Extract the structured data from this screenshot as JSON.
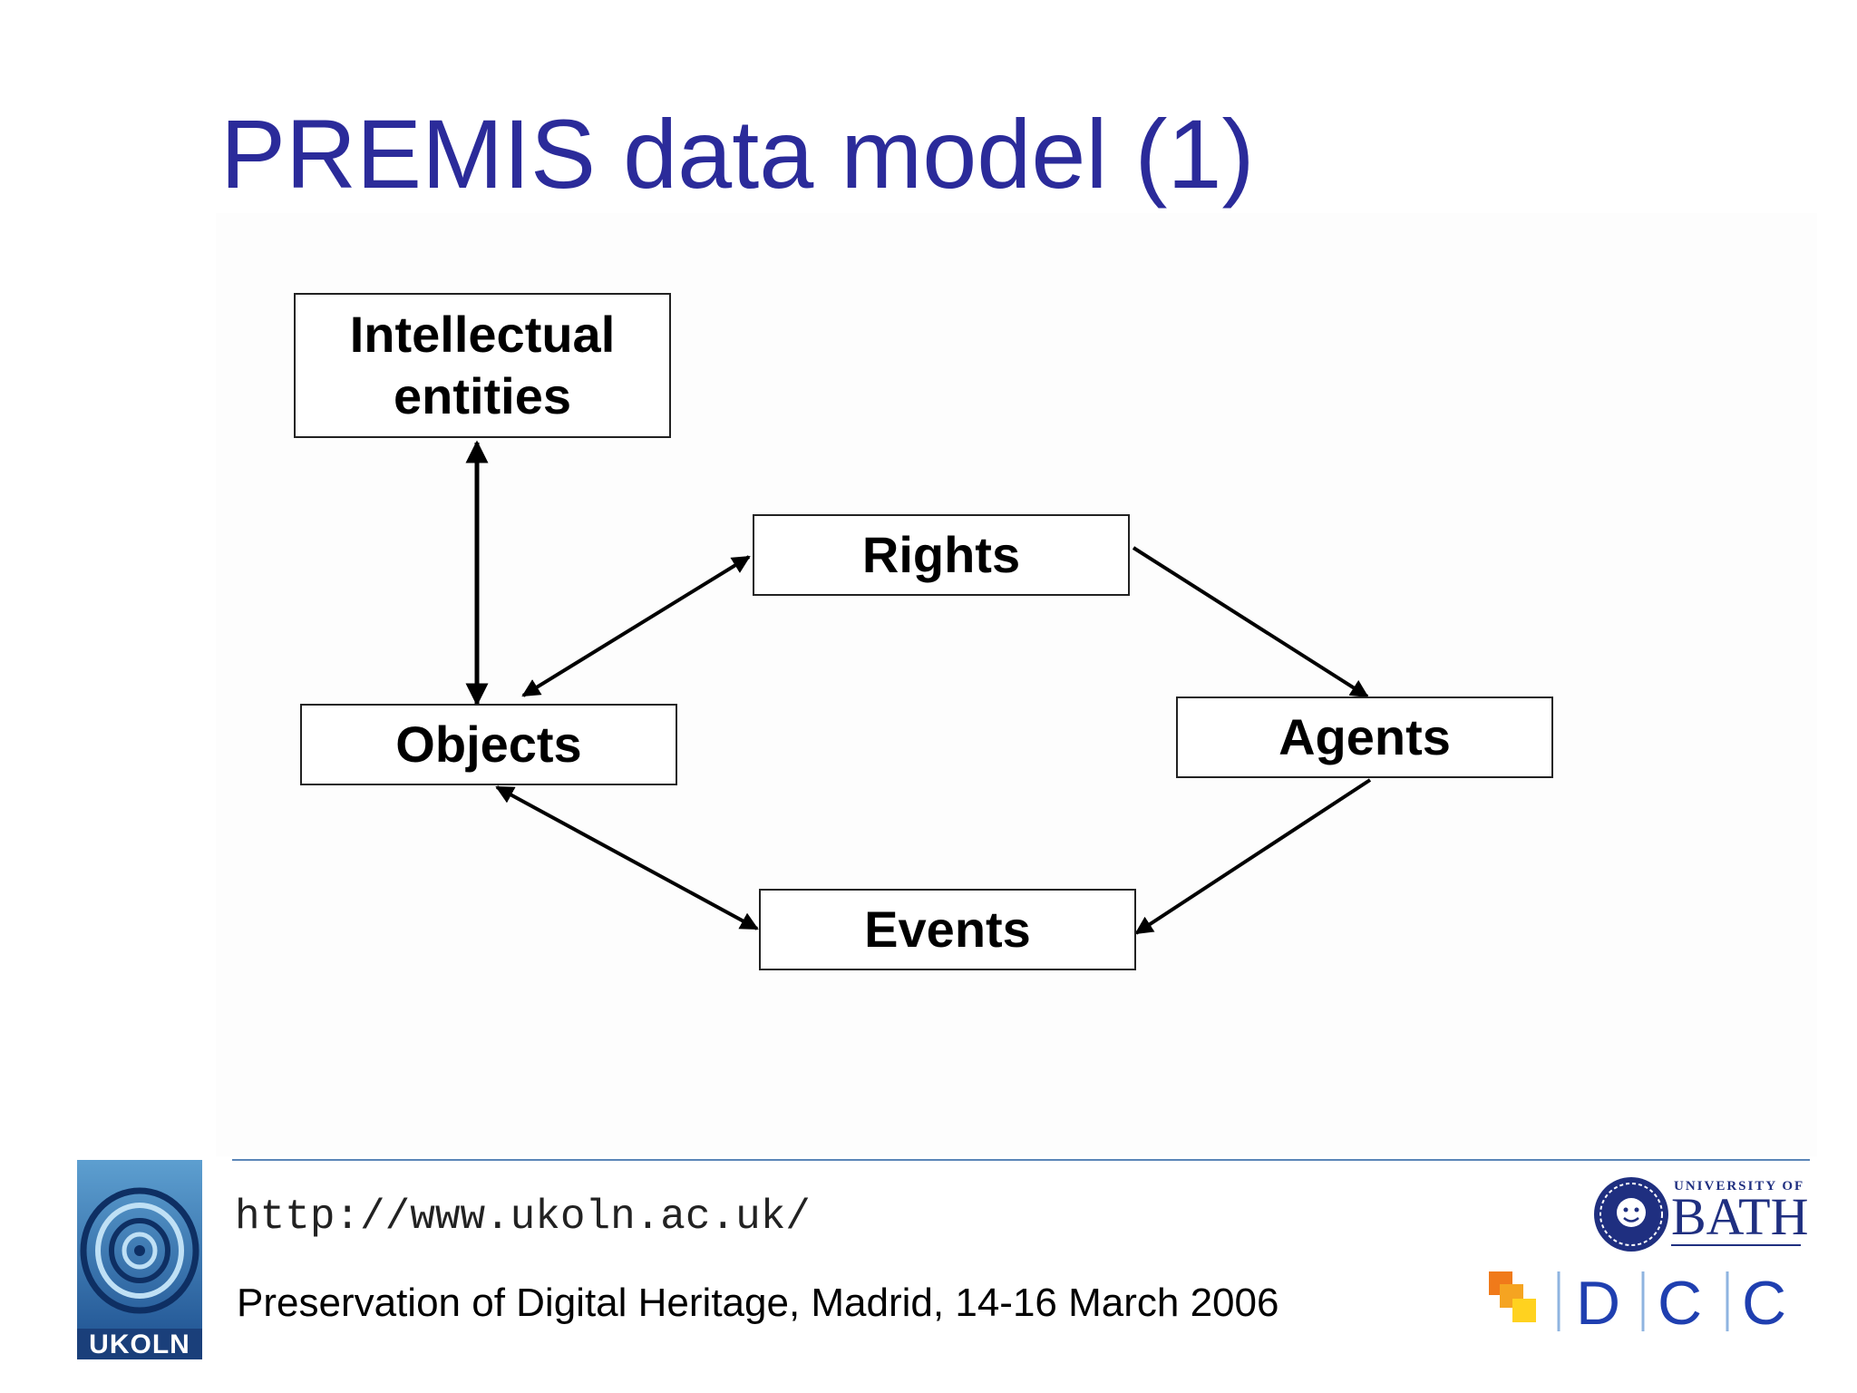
{
  "slide": {
    "title": "PREMIS data model (1)"
  },
  "diagram": {
    "nodes": {
      "intellectual_entities": {
        "line1": "Intellectual",
        "line2": "entities"
      },
      "rights": {
        "label": "Rights"
      },
      "objects": {
        "label": "Objects"
      },
      "agents": {
        "label": "Agents"
      },
      "events": {
        "label": "Events"
      }
    },
    "edges": [
      {
        "from": "Intellectual entities",
        "to": "Objects",
        "direction": "both"
      },
      {
        "from": "Objects",
        "to": "Rights",
        "direction": "both"
      },
      {
        "from": "Rights",
        "to": "Agents",
        "direction": "forward"
      },
      {
        "from": "Agents",
        "to": "Events",
        "direction": "forward"
      },
      {
        "from": "Objects",
        "to": "Events",
        "direction": "both"
      }
    ]
  },
  "footer": {
    "url": "http://www.ukoln.ac.uk/",
    "event": "Preservation of Digital Heritage, Madrid, 14-16 March 2006",
    "logos": {
      "ukoln": "UKOLN",
      "bath_small": "UNIVERSITY OF",
      "bath_big": "BATH",
      "dcc": "DCC"
    }
  },
  "colors": {
    "title": "#2b2b9a",
    "footer_rule": "#5b86b8",
    "bath_blue": "#1f2f80",
    "dcc_blue": "#1f3fb0"
  }
}
